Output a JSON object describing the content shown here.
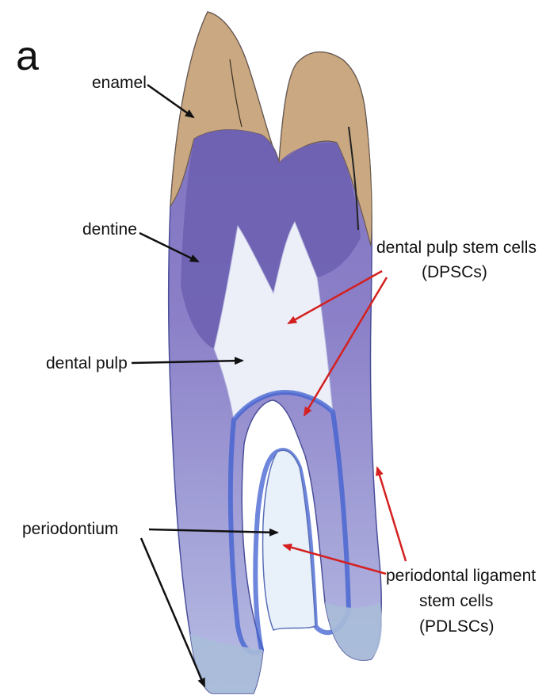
{
  "panel_letter": "a",
  "labels": {
    "enamel": "enamel",
    "dentine": "dentine",
    "dental_pulp": "dental pulp",
    "periodontium": "periodontium",
    "dpsc_line1": "dental pulp stem cells",
    "dpsc_line2": "(DPSCs)",
    "pdlsc_line1": "periodontal ligament",
    "pdlsc_line2": "stem cells",
    "pdlsc_line3": "(PDLSCs)"
  },
  "colors": {
    "enamel": "#c9a882",
    "dentine": "#8a7fc4",
    "dentine_dark": "#6c5fb0",
    "pulp": "#eceef8",
    "root_edge": "#3d5fd0",
    "root_base": "#9fb3d4",
    "black_arrow": "#111111",
    "red_arrow": "#d42020"
  }
}
